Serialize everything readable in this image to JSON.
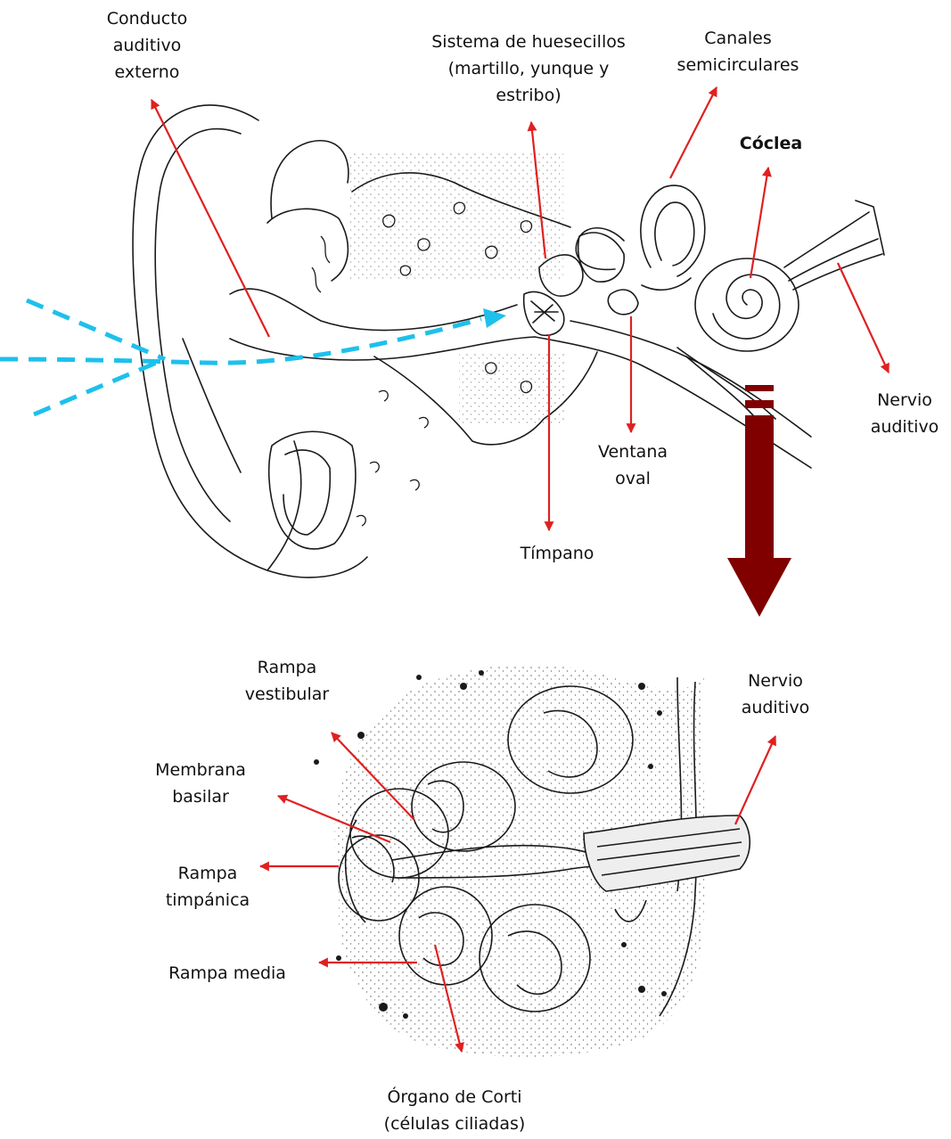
{
  "colors": {
    "arrow": "#e02020",
    "sound_wave": "#1ec0ec",
    "zoom_arrow": "#800000",
    "outline": "#1a1a1a"
  },
  "ear": {
    "conducto": [
      "Conducto",
      "auditivo",
      "externo"
    ],
    "huesecillos": [
      "Sistema de huesecillos",
      "(martillo, yunque y",
      "estribo)"
    ],
    "canales": [
      "Canales",
      "semicirculares"
    ],
    "coclea": "Cóclea",
    "nervio": [
      "Nervio",
      "auditivo"
    ],
    "ventana": [
      "Ventana",
      "oval"
    ],
    "timpano": "Tímpano"
  },
  "cochlea": {
    "rampa_vestibular": [
      "Rampa",
      "vestibular"
    ],
    "membrana_basilar": [
      "Membrana",
      "basilar"
    ],
    "rampa_timpanica": [
      "Rampa",
      "timpánica"
    ],
    "rampa_media": "Rampa media",
    "nervio": [
      "Nervio",
      "auditivo"
    ],
    "organo_corti": [
      "Órgano de Corti",
      "(células ciliadas)"
    ]
  }
}
